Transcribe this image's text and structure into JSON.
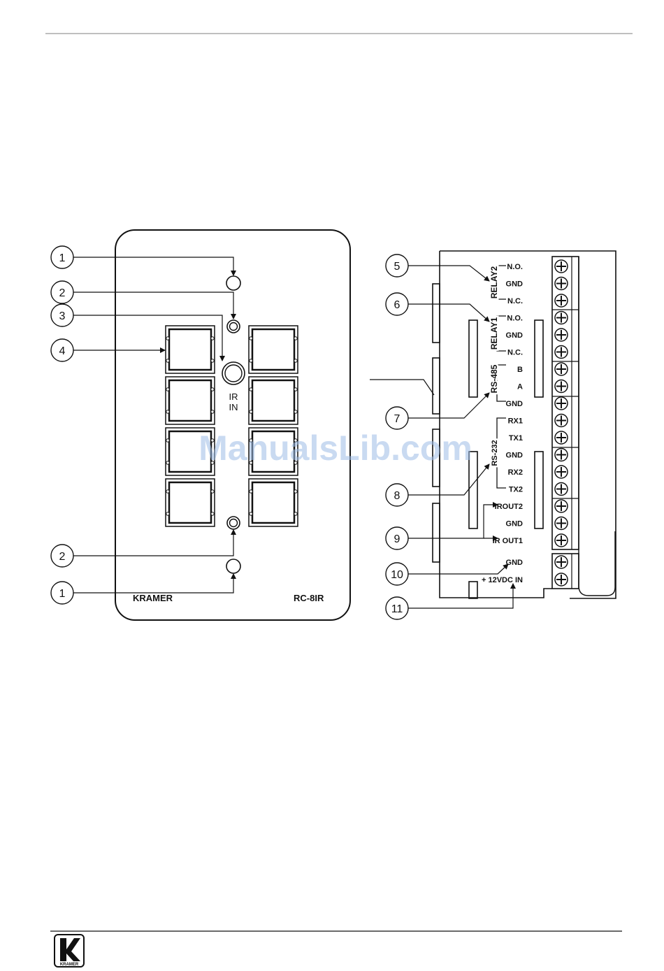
{
  "front_panel": {
    "brand": "KRAMER",
    "model": "RC-8IR",
    "ir_sensor_label_line1": "IR",
    "ir_sensor_label_line2": "IN"
  },
  "rear_panel": {
    "terminals": [
      "N.O.",
      "GND",
      "N.C.",
      "N.O.",
      "GND",
      "N.C.",
      "B",
      "A",
      "GND",
      "RX1",
      "TX1",
      "GND",
      "RX2",
      "TX2",
      "IROUT2",
      "GND",
      "IR OUT1"
    ],
    "power_terminals": [
      "GND",
      "+ 12VDC IN"
    ],
    "groups": {
      "relay2": "RELAY2",
      "relay1": "RELAY1",
      "rs485": "RS-485",
      "rs232": "RS-232"
    }
  },
  "callouts": {
    "front": [
      {
        "number": "1"
      },
      {
        "number": "2"
      },
      {
        "number": "3"
      },
      {
        "number": "4"
      },
      {
        "number": "2"
      },
      {
        "number": "1"
      }
    ],
    "rear": [
      {
        "number": "5"
      },
      {
        "number": "6"
      },
      {
        "number": "7"
      },
      {
        "number": "8"
      },
      {
        "number": "9"
      },
      {
        "number": "10"
      },
      {
        "number": "11"
      }
    ]
  },
  "watermark": "ManualsLib.com",
  "footer": {
    "logo_text": "KRAMER"
  }
}
